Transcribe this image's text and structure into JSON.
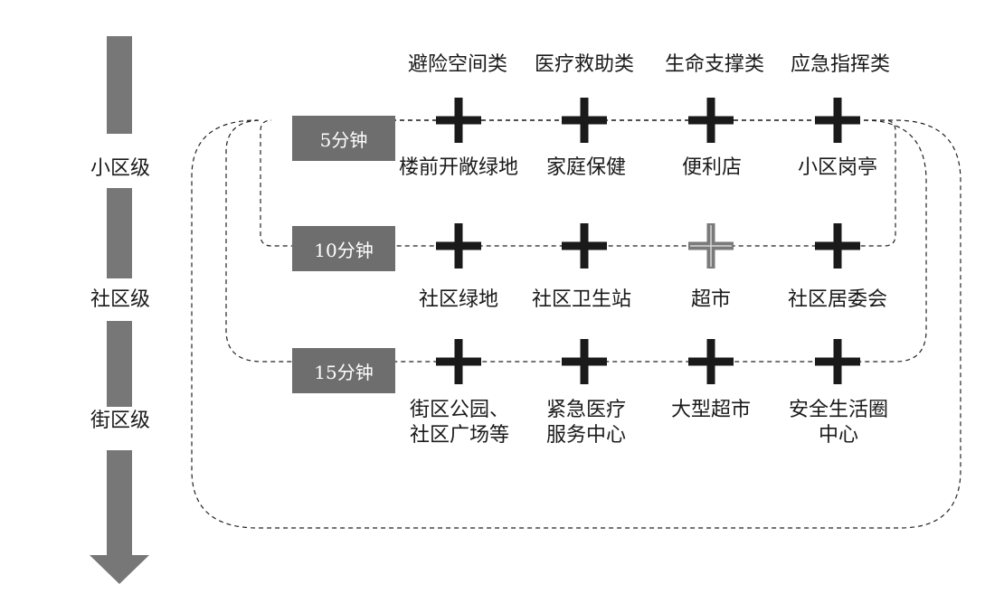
{
  "levels": [
    "小区级",
    "社区级",
    "街区级"
  ],
  "categories": [
    "避险空间类",
    "医疗救助类",
    "生命支撑类",
    "应急指挥类"
  ],
  "times": [
    "5分钟",
    "10分钟",
    "15分钟"
  ],
  "facilities": {
    "r5": [
      "楼前开敞绿地",
      "家庭保健",
      "便利店",
      "小区岗亭"
    ],
    "r10": [
      "社区绿地",
      "社区卫生站",
      "超市",
      "社区居委会"
    ],
    "r15": [
      "街区公园、\n社区广场等",
      "紧急医疗\n服务中心",
      "大型超市",
      "安全生活圈\n中心"
    ]
  },
  "colors": {
    "arrow": "#777777",
    "box": "#6e6e6e",
    "cross": "#1a1a1a",
    "cross_gray": "#7a7a7a"
  },
  "icons": {
    "marker": "plus-icon"
  }
}
